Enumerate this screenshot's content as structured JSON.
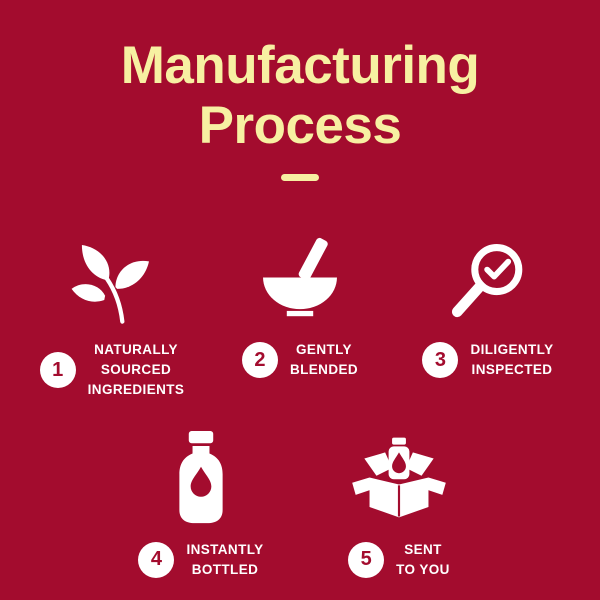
{
  "colors": {
    "background": "#A30C2E",
    "title": "#F7F0A2",
    "icon": "#FFFFFF",
    "number_text": "#A30C2E",
    "circle": "#FFFFFF"
  },
  "title": {
    "line1": "Manufacturing",
    "line2": "Process"
  },
  "steps": [
    {
      "number": "1",
      "label": "NATURALLY\nSOURCED\nINGREDIENTS",
      "icon": "leaf-sprig-icon"
    },
    {
      "number": "2",
      "label": "GENTLY\nBLENDED",
      "icon": "mortar-pestle-icon"
    },
    {
      "number": "3",
      "label": "DILIGENTLY\nINSPECTED",
      "icon": "magnifier-check-icon"
    },
    {
      "number": "4",
      "label": "INSTANTLY\nBOTTLED",
      "icon": "bottle-drop-icon"
    },
    {
      "number": "5",
      "label": "SENT\nTO YOU",
      "icon": "open-box-icon"
    }
  ]
}
